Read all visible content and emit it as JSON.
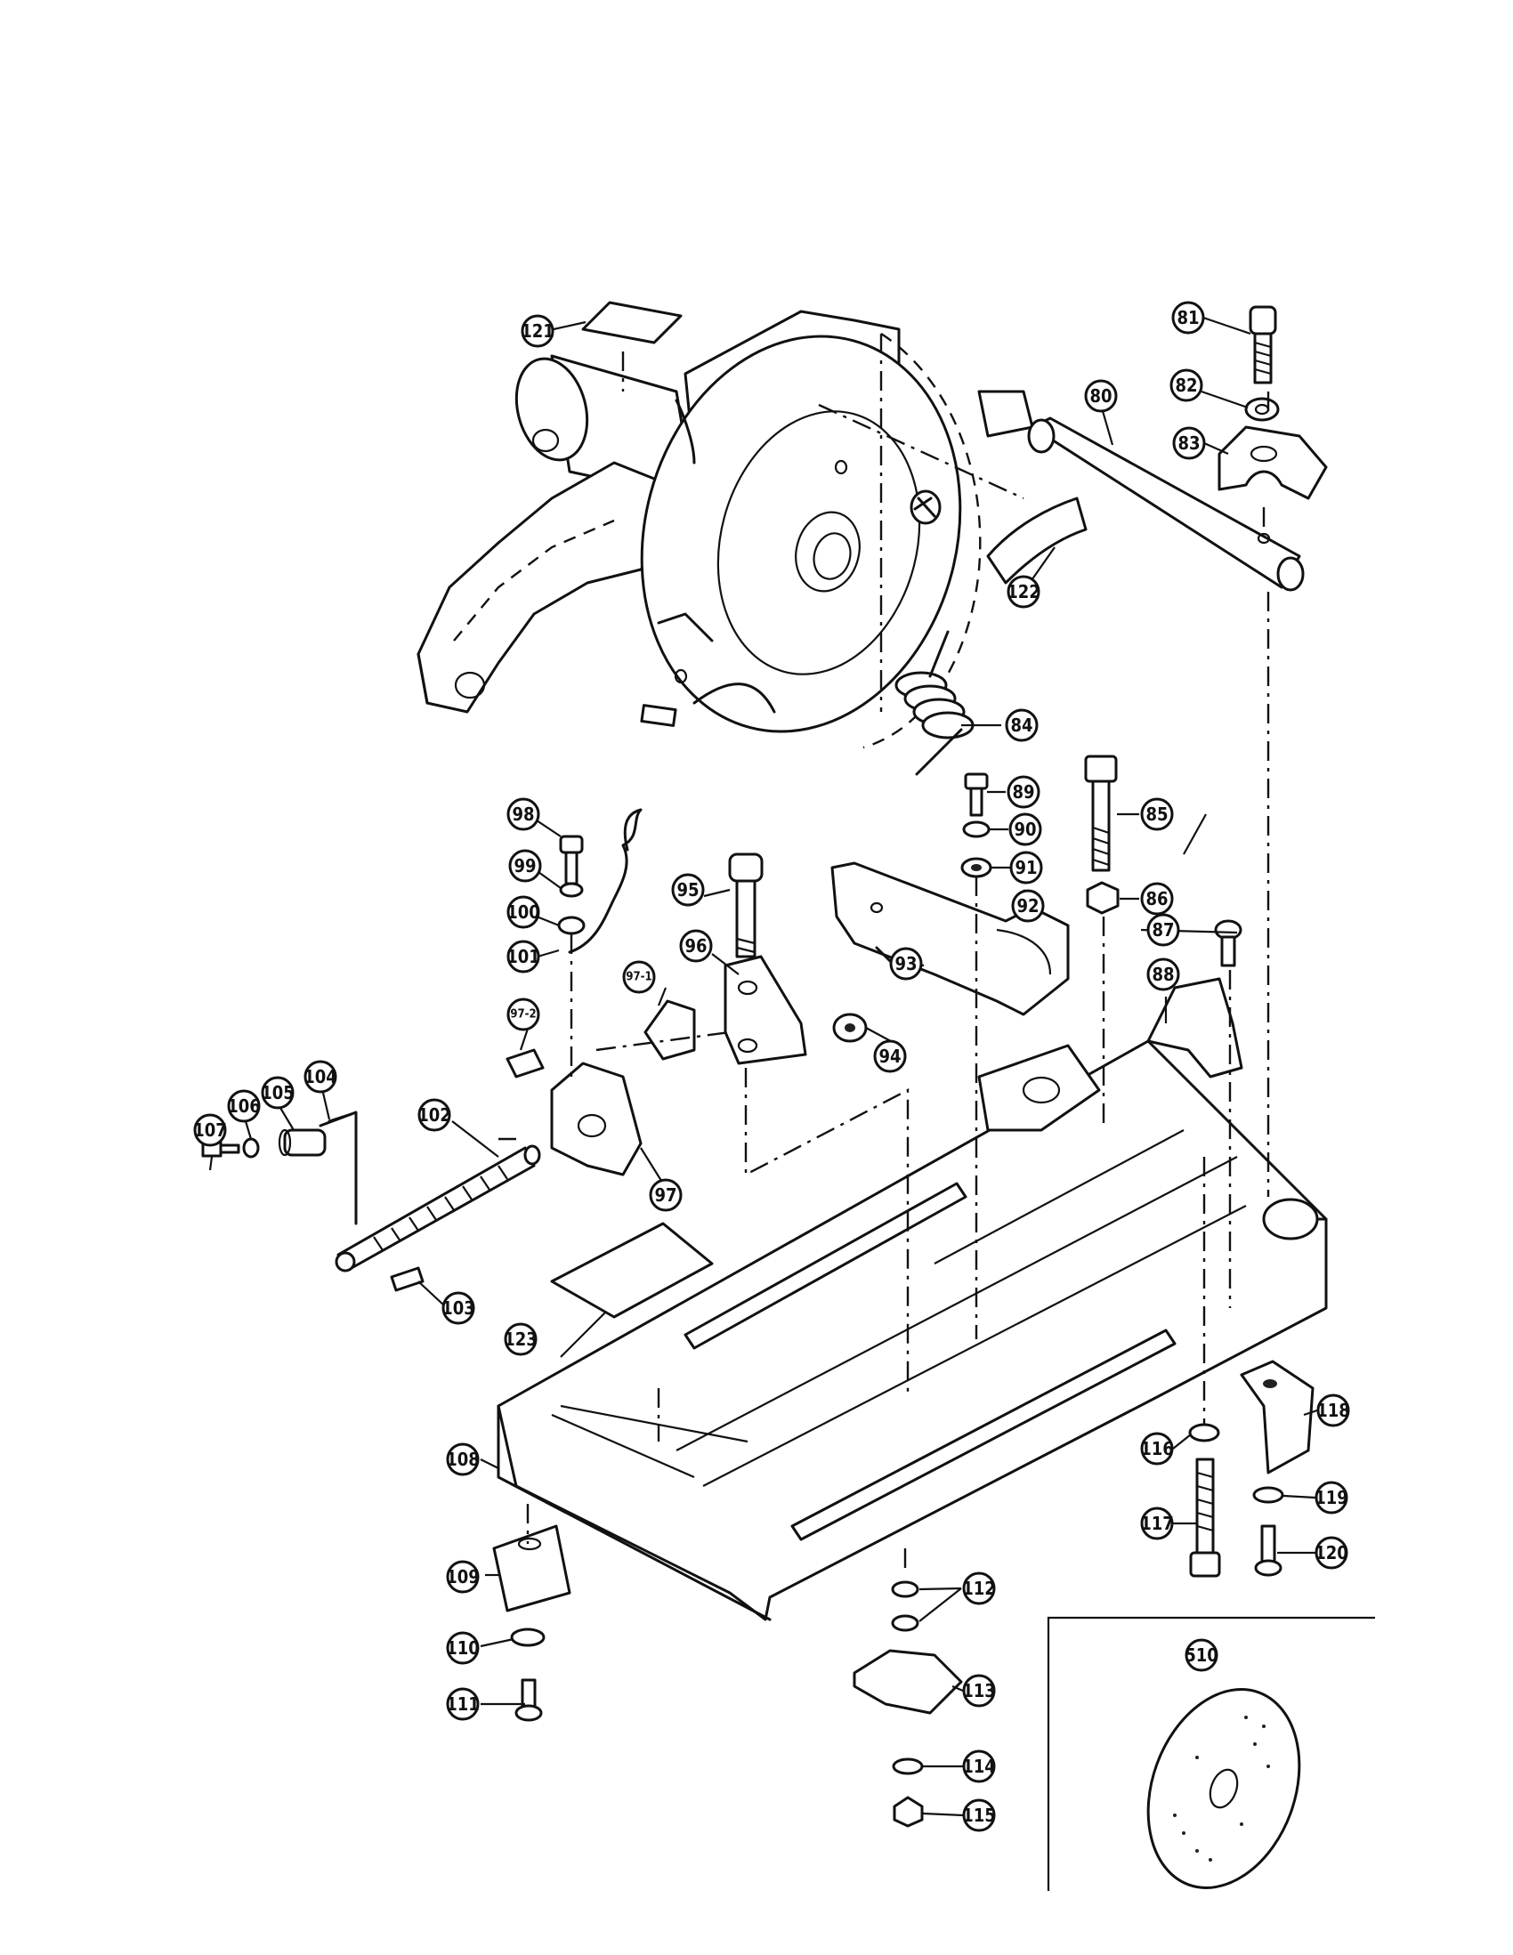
{
  "callouts": {
    "p80": "80",
    "p81": "81",
    "p82": "82",
    "p83": "83",
    "p84": "84",
    "p85": "85",
    "p86": "86",
    "p87": "87",
    "p88": "88",
    "p89": "89",
    "p90": "90",
    "p91": "91",
    "p92": "92",
    "p93": "93",
    "p94": "94",
    "p95": "95",
    "p96": "96",
    "p97": "97",
    "p97_1": "97-1",
    "p97_2": "97-2",
    "p98": "98",
    "p99": "99",
    "p100": "100",
    "p101": "101",
    "p102": "102",
    "p103": "103",
    "p104": "104",
    "p105": "105",
    "p106": "106",
    "p107": "107",
    "p108": "108",
    "p109": "109",
    "p110": "110",
    "p111": "111",
    "p112": "112",
    "p113": "113",
    "p114": "114",
    "p115": "115",
    "p116": "116",
    "p117": "117",
    "p118": "118",
    "p119": "119",
    "p120": "120",
    "p121": "121",
    "p122": "122",
    "p123": "123",
    "p510": "510"
  }
}
